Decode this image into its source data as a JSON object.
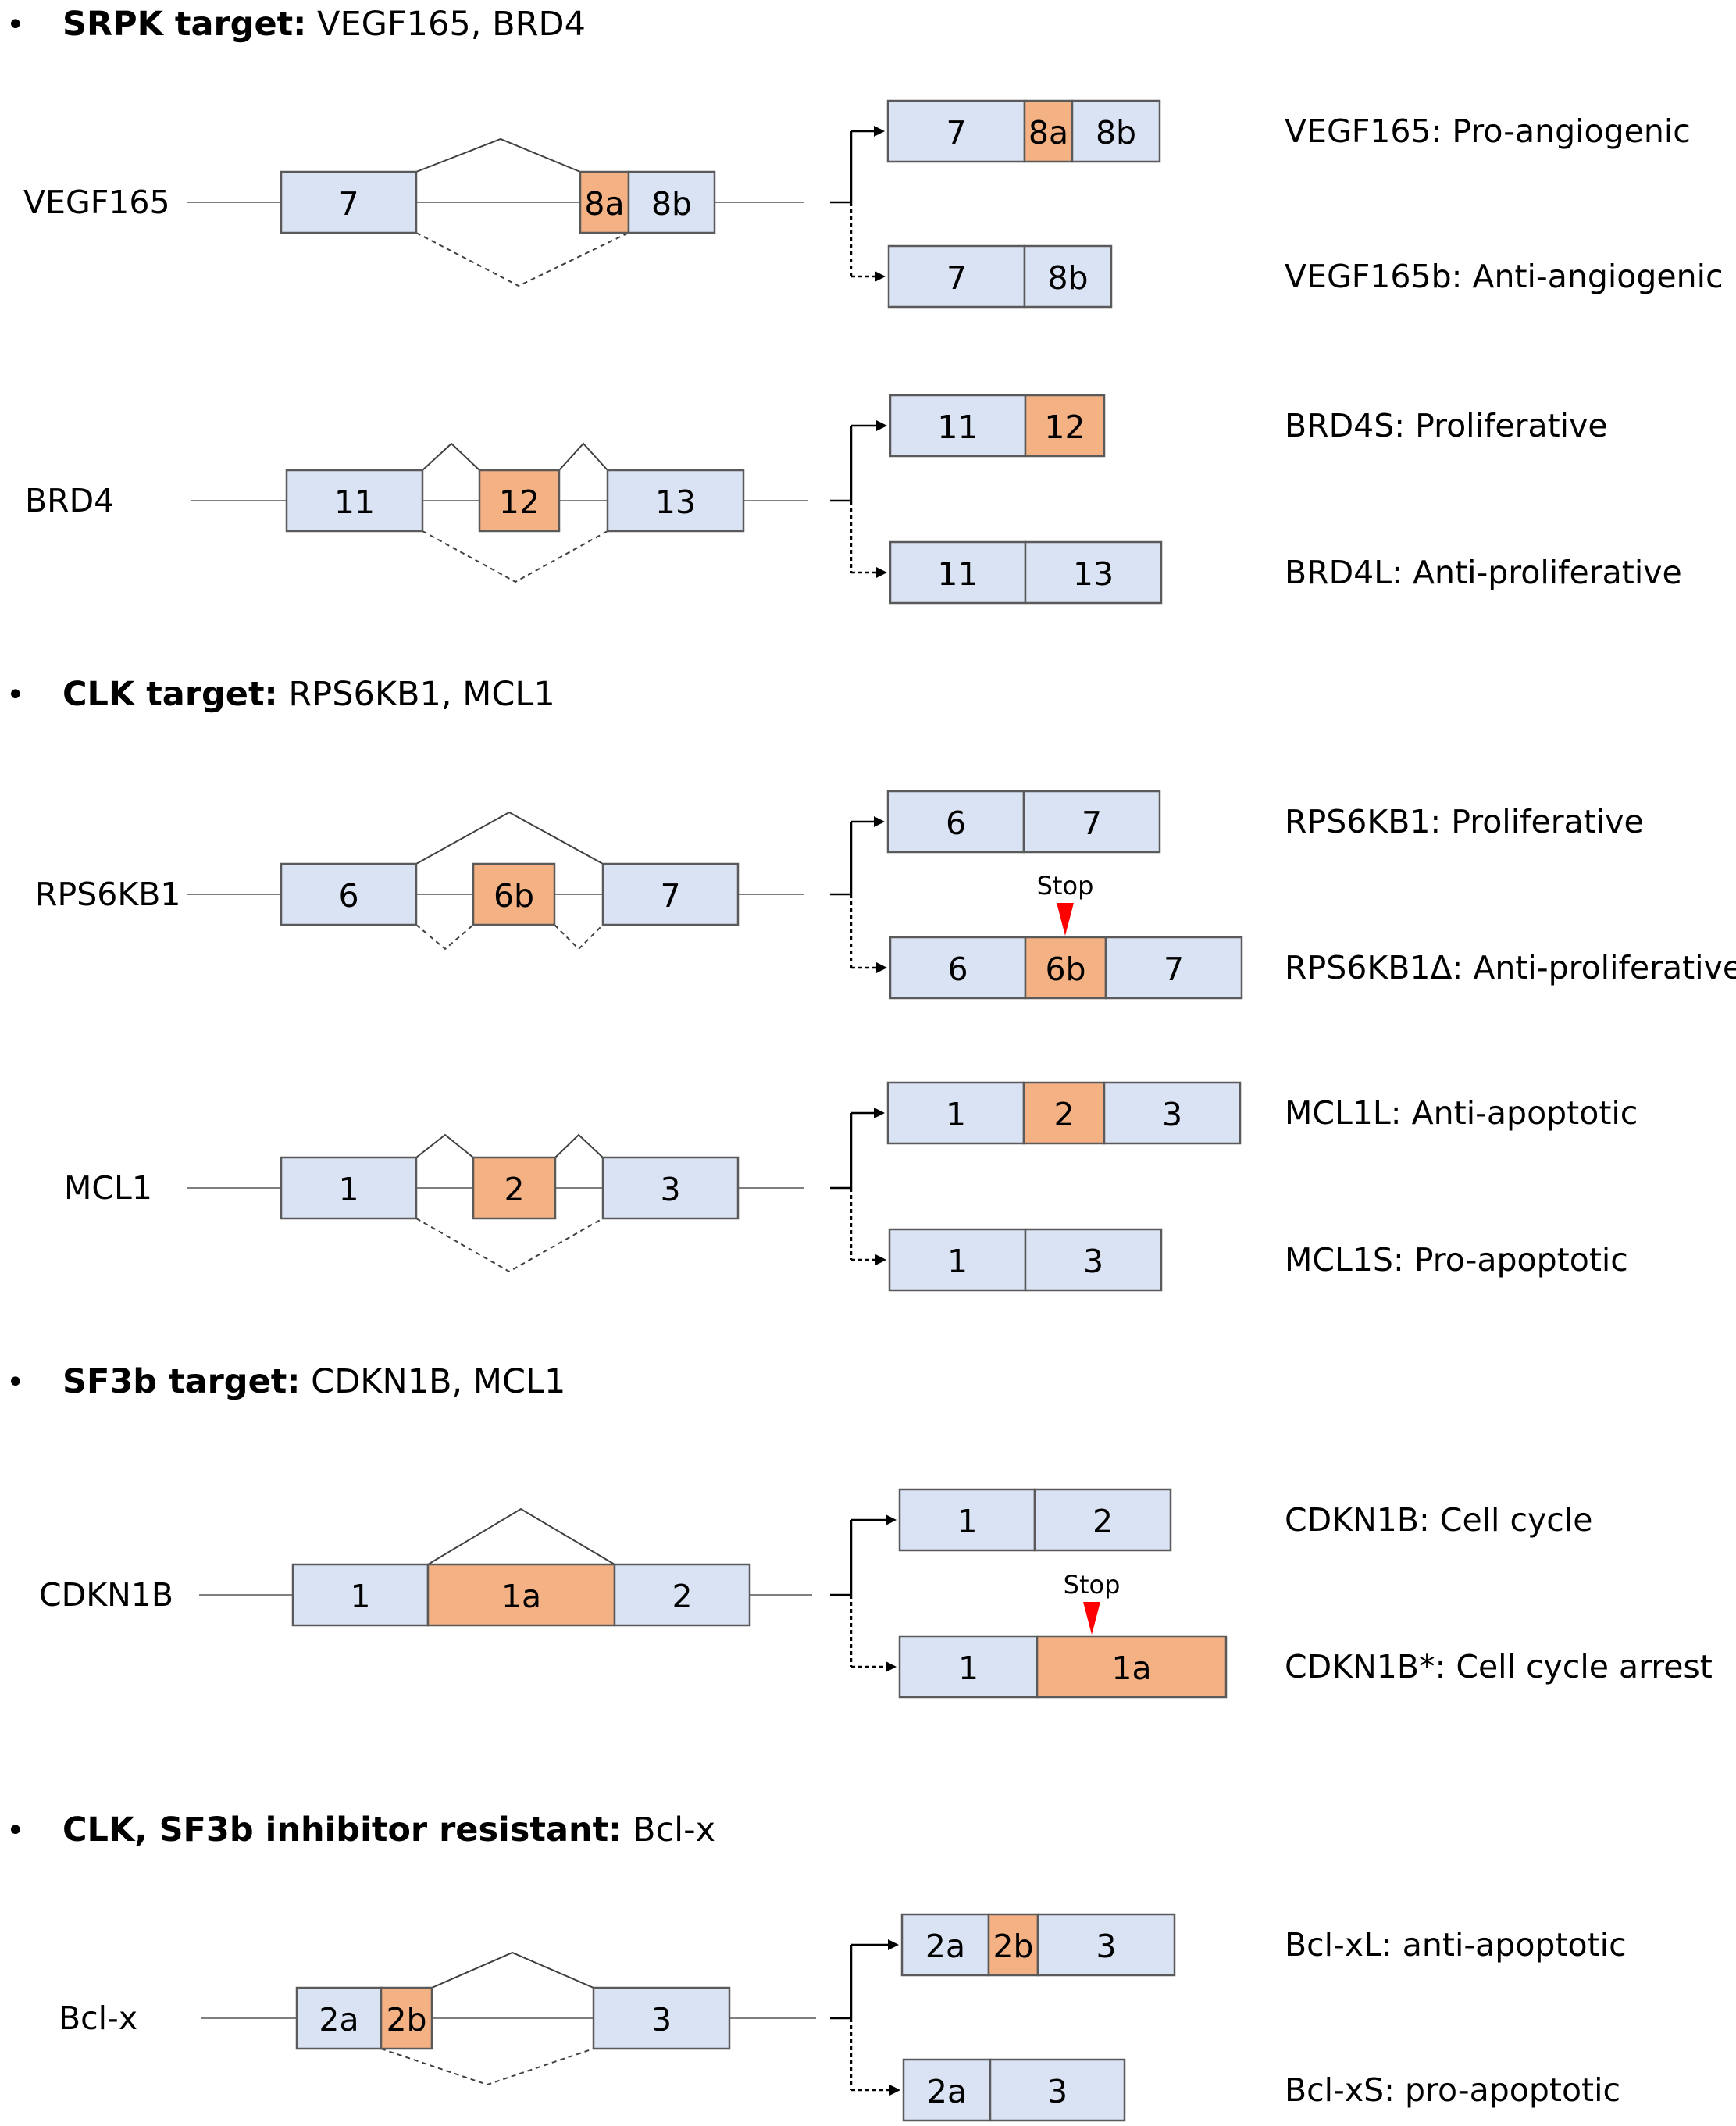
{
  "colors": {
    "constitutive_exon": "#dae3f3",
    "alternative_exon": "#f4b183",
    "exon_border": "#5a5a5a",
    "stop_marker": "#ff0000"
  },
  "sections": [
    {
      "bullet": "•",
      "heading_bold": "SRPK target:",
      "heading_rest": " VEGF165, BRD4",
      "genes": [
        {
          "name": "VEGF165",
          "exons": [
            "7",
            "8a",
            "8b"
          ],
          "isoforms": [
            {
              "exons": [
                "7",
                "8a",
                "8b"
              ],
              "label": "VEGF165: Pro-angiogenic"
            },
            {
              "exons": [
                "7",
                "8b"
              ],
              "label": "VEGF165b: Anti-angiogenic"
            }
          ]
        },
        {
          "name": "BRD4",
          "exons": [
            "11",
            "12",
            "13"
          ],
          "isoforms": [
            {
              "exons": [
                "11",
                "12"
              ],
              "label": "BRD4S: Proliferative"
            },
            {
              "exons": [
                "11",
                "13"
              ],
              "label": "BRD4L: Anti-proliferative"
            }
          ]
        }
      ]
    },
    {
      "bullet": "•",
      "heading_bold": "CLK target:",
      "heading_rest": " RPS6KB1, MCL1",
      "genes": [
        {
          "name": "RPS6KB1",
          "exons": [
            "6",
            "6b",
            "7"
          ],
          "isoforms": [
            {
              "exons": [
                "6",
                "7"
              ],
              "label": "RPS6KB1: Proliferative"
            },
            {
              "exons": [
                "6",
                "6b",
                "7"
              ],
              "label": "RPS6KB1Δ: Anti-proliferative",
              "stop": "Stop"
            }
          ]
        },
        {
          "name": "MCL1",
          "exons": [
            "1",
            "2",
            "3"
          ],
          "isoforms": [
            {
              "exons": [
                "1",
                "2",
                "3"
              ],
              "label": "MCL1L: Anti-apoptotic"
            },
            {
              "exons": [
                "1",
                "3"
              ],
              "label": "MCL1S: Pro-apoptotic"
            }
          ]
        }
      ]
    },
    {
      "bullet": "•",
      "heading_bold": "SF3b target:",
      "heading_rest": " CDKN1B, MCL1",
      "genes": [
        {
          "name": "CDKN1B",
          "exons": [
            "1",
            "1a",
            "2"
          ],
          "isoforms": [
            {
              "exons": [
                "1",
                "2"
              ],
              "label": "CDKN1B: Cell cycle"
            },
            {
              "exons": [
                "1",
                "1a"
              ],
              "label": "CDKN1B*: Cell cycle arrest",
              "stop": "Stop"
            }
          ]
        }
      ]
    },
    {
      "bullet": "•",
      "heading_bold": "CLK, SF3b inhibitor resistant:",
      "heading_rest": " Bcl-x",
      "genes": [
        {
          "name": "Bcl-x",
          "exons": [
            "2a",
            "2b",
            "3"
          ],
          "isoforms": [
            {
              "exons": [
                "2a",
                "2b",
                "3"
              ],
              "label": "Bcl-xL: anti-apoptotic"
            },
            {
              "exons": [
                "2a",
                "3"
              ],
              "label": "Bcl-xS: pro-apoptotic"
            }
          ]
        }
      ]
    }
  ]
}
